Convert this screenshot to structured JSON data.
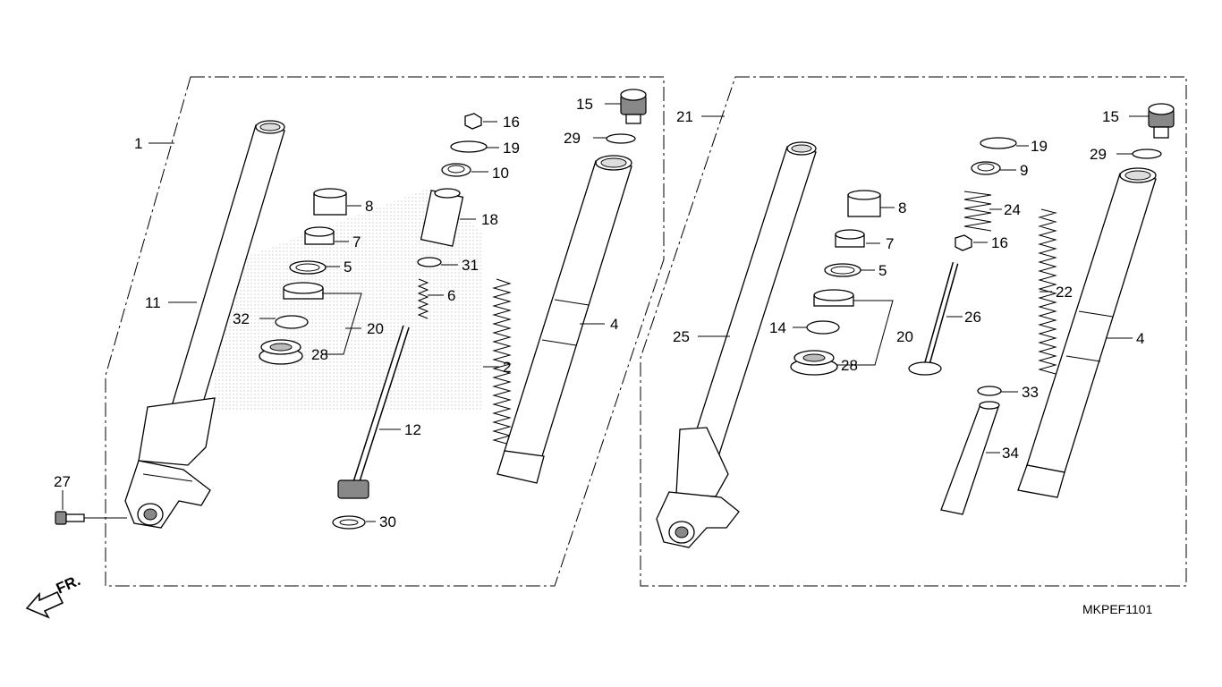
{
  "diagram_code": "MKPEF1101",
  "direction_label": "FR.",
  "left_assembly": {
    "callouts": {
      "c1": "1",
      "c11": "11",
      "c8": "8",
      "c7": "7",
      "c5": "5",
      "c32": "32",
      "c20": "20",
      "c28": "28",
      "c16": "16",
      "c19": "19",
      "c10": "10",
      "c18": "18",
      "c31": "31",
      "c6": "6",
      "c12": "12",
      "c2": "2",
      "c15": "15",
      "c29": "29",
      "c4": "4",
      "c27": "27",
      "c30": "30"
    }
  },
  "right_assembly": {
    "callouts": {
      "c21": "21",
      "c25": "25",
      "c8": "8",
      "c7": "7",
      "c5": "5",
      "c14": "14",
      "c20": "20",
      "c28": "28",
      "c19": "19",
      "c9": "9",
      "c24": "24",
      "c16": "16",
      "c26": "26",
      "c22": "22",
      "c33": "33",
      "c34": "34",
      "c15": "15",
      "c29": "29",
      "c4": "4"
    }
  }
}
